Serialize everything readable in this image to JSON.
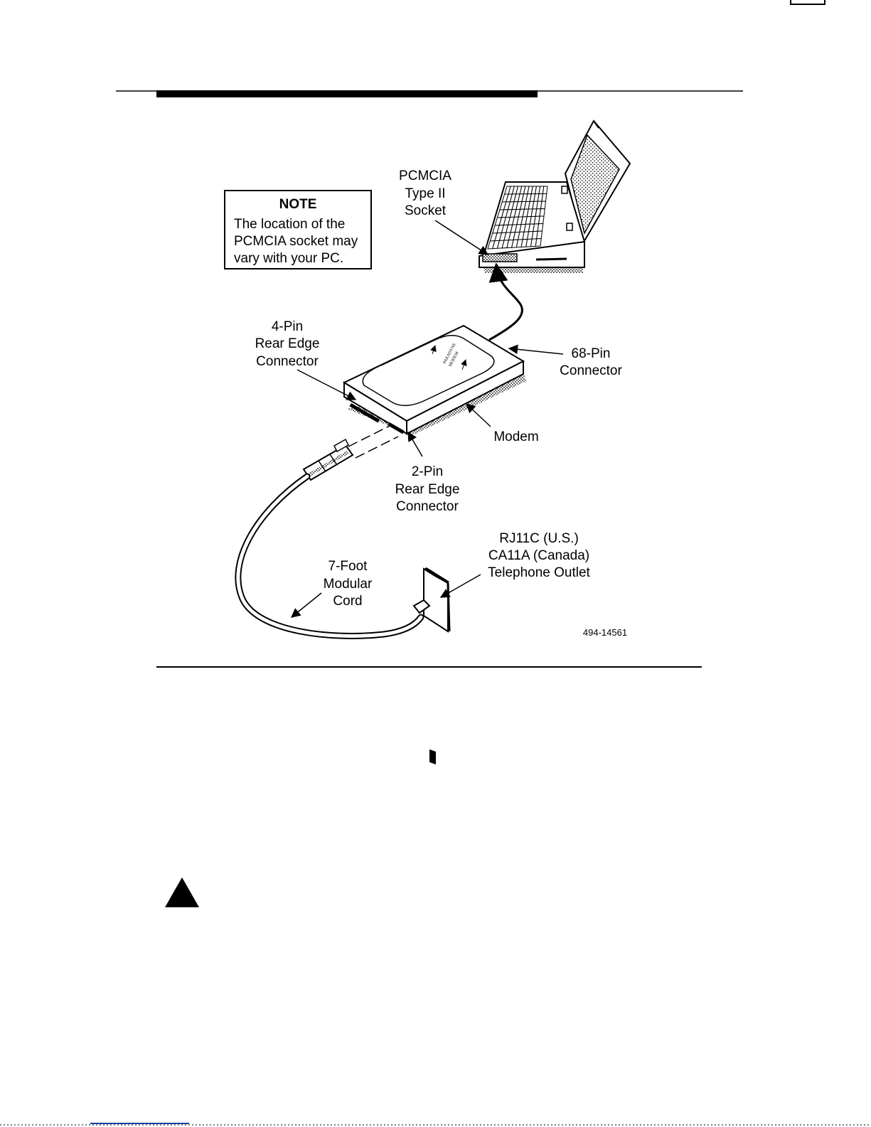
{
  "note": {
    "title": "NOTE",
    "lines": [
      "The location of the",
      "PCMCIA socket may",
      "vary with your PC."
    ]
  },
  "labels": {
    "socket": [
      "PCMCIA",
      "Type II",
      "Socket"
    ],
    "four_pin": [
      "4-Pin",
      "Rear Edge",
      "Connector"
    ],
    "sixty_eight_pin": [
      "68-Pin",
      "Connector"
    ],
    "modem": "Modem",
    "two_pin": [
      "2-Pin",
      "Rear Edge",
      "Connector"
    ],
    "outlet": [
      "RJ11C (U.S.)",
      "CA11A (Canada)",
      "Telephone Outlet"
    ],
    "cord": [
      "7-Foot",
      "Modular",
      "Cord"
    ]
  },
  "figure_id": "494-14561",
  "modem_text": [
    "PARADYNE",
    "MODEM"
  ]
}
